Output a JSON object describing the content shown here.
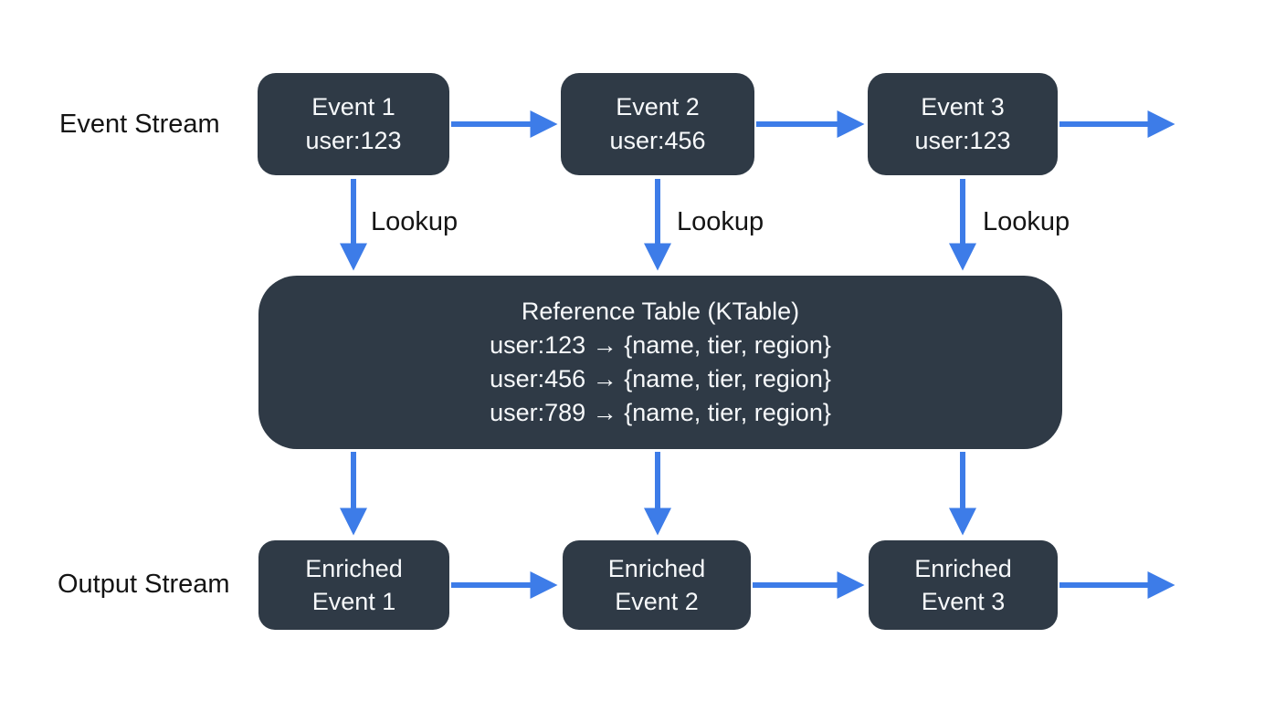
{
  "diagram": {
    "labels": {
      "event_stream": "Event Stream",
      "output_stream": "Output Stream",
      "lookup": "Lookup"
    },
    "event_stream": [
      {
        "title": "Event 1",
        "key": "user:123"
      },
      {
        "title": "Event 2",
        "key": "user:456"
      },
      {
        "title": "Event 3",
        "key": "user:123"
      }
    ],
    "reference_table": {
      "title": "Reference Table (KTable)",
      "entries": [
        "user:123 → {name, tier, region}",
        "user:456 → {name, tier, region}",
        "user:789 → {name, tier, region}"
      ]
    },
    "output_stream": [
      {
        "line1": "Enriched",
        "line2": "Event 1"
      },
      {
        "line1": "Enriched",
        "line2": "Event 2"
      },
      {
        "line1": "Enriched",
        "line2": "Event 3"
      }
    ],
    "colors": {
      "node_background": "#2f3a46",
      "node_text": "#f7f9fb",
      "arrow": "#3d7ce8",
      "label_text": "#141414",
      "background": "#ffffff"
    }
  }
}
